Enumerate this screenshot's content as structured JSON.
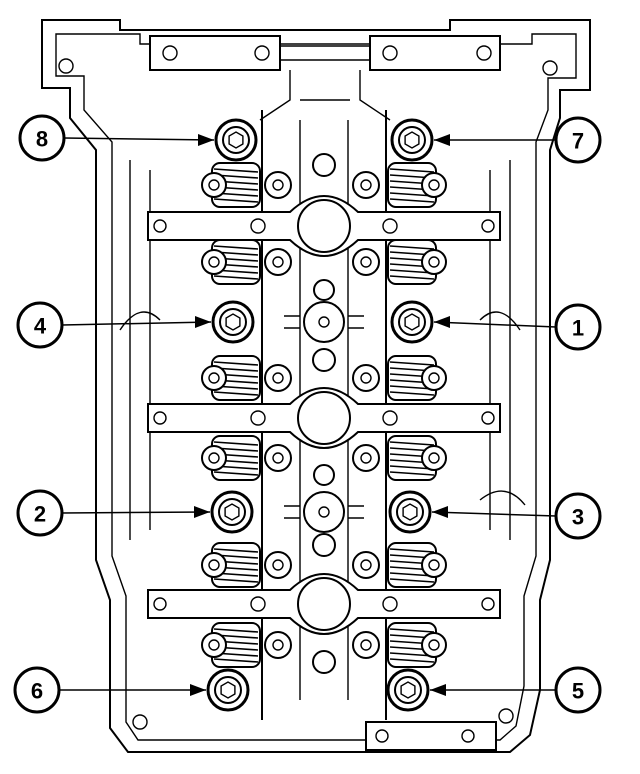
{
  "callouts": [
    {
      "id": "1",
      "label": "1",
      "side": "right"
    },
    {
      "id": "2",
      "label": "2",
      "side": "left"
    },
    {
      "id": "3",
      "label": "3",
      "side": "right"
    },
    {
      "id": "4",
      "label": "4",
      "side": "left"
    },
    {
      "id": "5",
      "label": "5",
      "side": "right"
    },
    {
      "id": "6",
      "label": "6",
      "side": "left"
    },
    {
      "id": "7",
      "label": "7",
      "side": "right"
    },
    {
      "id": "8",
      "label": "8",
      "side": "left"
    }
  ]
}
